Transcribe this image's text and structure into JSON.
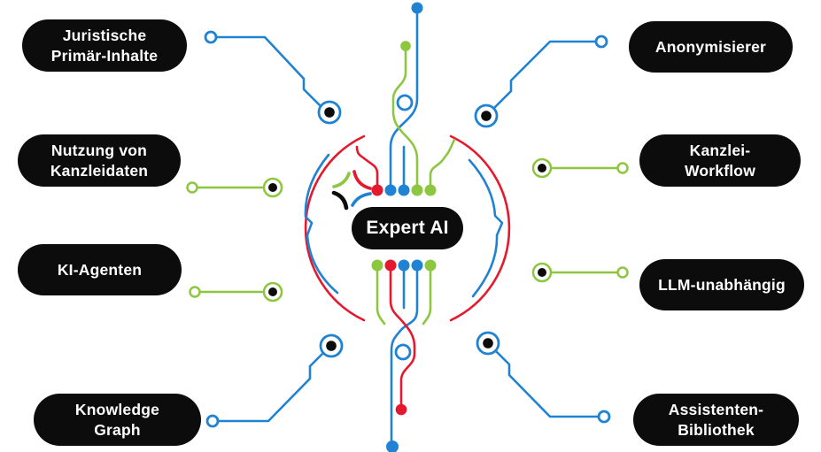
{
  "center": {
    "label": "Expert AI"
  },
  "left_items": [
    {
      "label": "Juristische\nPrimär-Inhalte"
    },
    {
      "label": "Nutzung von\nKanzleidaten"
    },
    {
      "label": "KI-Agenten"
    },
    {
      "label": "Knowledge\nGraph"
    }
  ],
  "right_items": [
    {
      "label": "Anonymisierer"
    },
    {
      "label": "Kanzlei-\nWorkflow"
    },
    {
      "label": "LLM-unabhängig"
    },
    {
      "label": "Assistenten-\nBibliothek"
    }
  ],
  "icons": [
    "sparkle-icon",
    "circuit-node-icon",
    "open-terminal-circle-icon"
  ],
  "colors": {
    "red": "#e5192d",
    "blue": "#1f82d2",
    "green": "#8dc63f",
    "pill": "#0c0c0c",
    "text": "#ffffff"
  }
}
